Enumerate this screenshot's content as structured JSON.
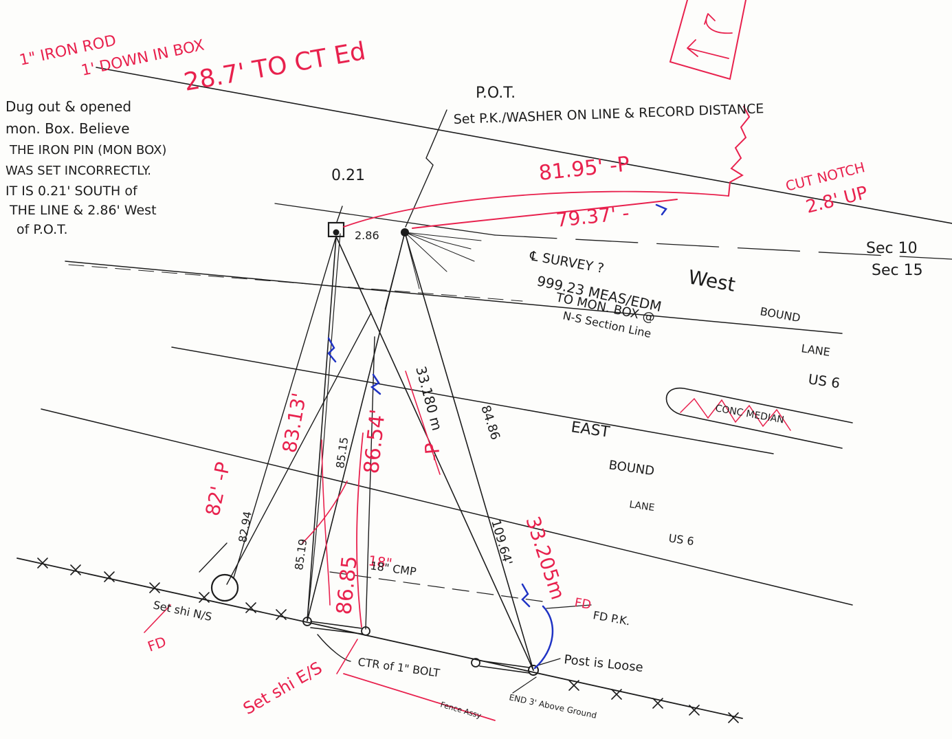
{
  "colors": {
    "ink": "#1c1c1c",
    "red_ink": "#e8214d",
    "blue_ink": "#2030b8",
    "paper": "#fdfdfb"
  },
  "notes": {
    "iron_rod_line1": "1\" IRON ROD",
    "iron_rod_line2": "1' DOWN IN BOX",
    "to_ct_ed": "28.7' TO CT Ed",
    "dug_out": [
      "Dug out & opened",
      "mon. Box. Believe",
      "THE IRON PIN (MON BOX)",
      "WAS SET INCORRECTLY.",
      "IT IS 0.21' SOUTH of",
      "THE LINE & 2.86' West",
      "of P.O.T."
    ],
    "pot_label": "P.O.T.",
    "set_pk": "Set P.K./WASHER ON LINE & RECORD DISTANCE",
    "cut_notch_line1": "CUT NOTCH",
    "cut_notch_line2": "2.8' UP",
    "offset_021": "0.21",
    "offset_286": "2.86",
    "dist_81_95": "81.95' -P",
    "dist_79_37": "79.37' -",
    "sec_10": "Sec 10",
    "sec_15": "Sec 15",
    "survey_cl": "℄ SURVEY ?",
    "meas_line1": "999.23 MEAS/EDM",
    "meas_line2": "TO MON. BOX @",
    "meas_line3": "N-S Section Line",
    "westbound_1": "West",
    "westbound_2": "BOUND",
    "westbound_3": "LANE",
    "westbound_4": "US 6",
    "median": "CONC MEDIAN",
    "eastbound_1": "EAST",
    "eastbound_2": "BOUND",
    "eastbound_3": "LANE",
    "eastbound_4": "US 6",
    "d_83_13": "83.13'",
    "d_82": "82' -P",
    "d_82_94": "82.94",
    "d_85_15": "85.15",
    "d_86_54": "86.54'",
    "d_33_180": "33.180 m",
    "d_p": "-P",
    "d_84_86": "84.86",
    "d_85_19": "85.19",
    "d_86_85": "86.85",
    "d_109_64": "109.64'",
    "d_33_205": "33.205m",
    "cmp": "18\" CMP",
    "fd_pk": "FD P.K.",
    "set_shi_ns": "Set shi N/S",
    "fd": "FD",
    "ctr_bolt": "CTR of 1\" BOLT",
    "bolt_end": "END 3' Above Ground",
    "fence_assy": "Fence Assy",
    "post_loose": "Post is Loose",
    "set_shi_es": "Set shi E/S"
  }
}
